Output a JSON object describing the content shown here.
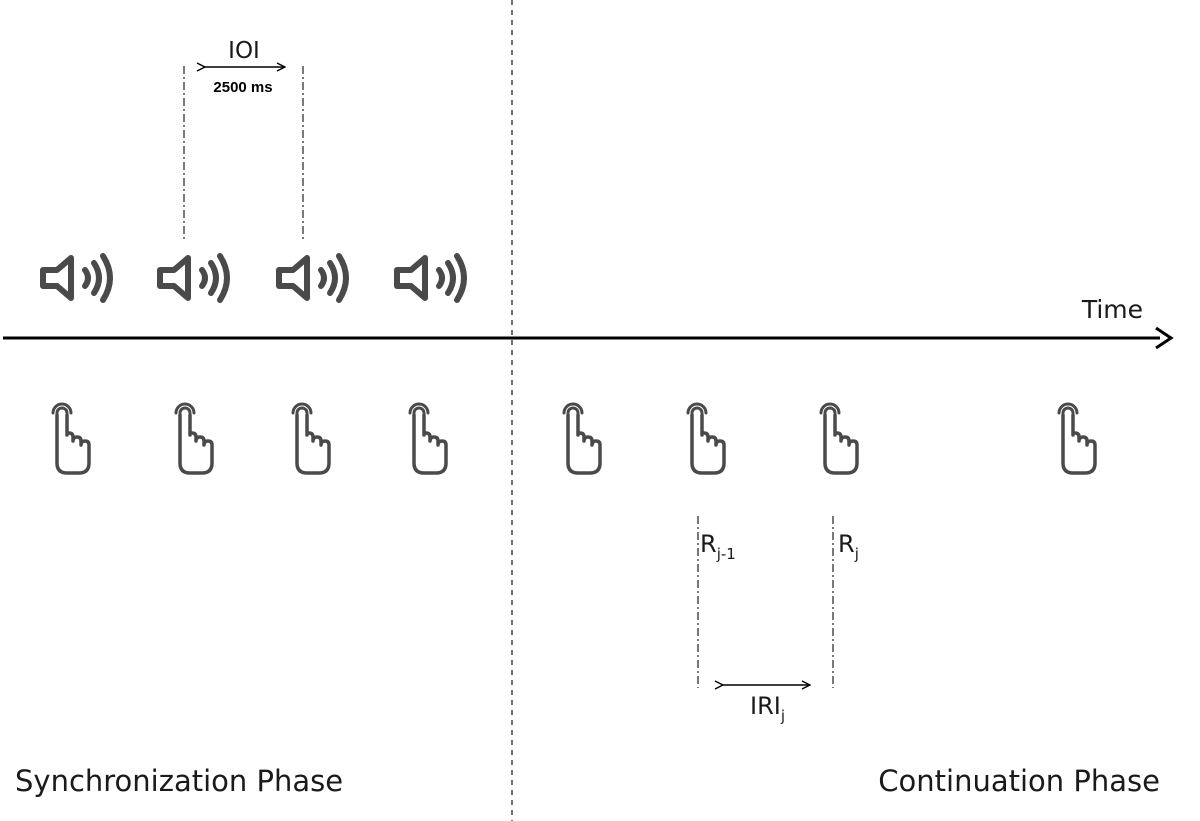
{
  "axis": {
    "label": "Time"
  },
  "phases": {
    "left": "Synchronization Phase",
    "right": "Continuation Phase"
  },
  "ioi": {
    "label": "IOI",
    "value": "2500 ms"
  },
  "responses": {
    "prev": {
      "main": "R",
      "sub": "j-1"
    },
    "curr": {
      "main": "R",
      "sub": "j"
    }
  },
  "iri": {
    "main": "IRI",
    "sub": "j"
  },
  "icons": {
    "stimulus": "speaker-icon",
    "response": "tapping-finger-icon",
    "stimulus_count": 4,
    "response_count": 8
  },
  "colors": {
    "icon": "#4a4a4a",
    "line": "#000000"
  }
}
